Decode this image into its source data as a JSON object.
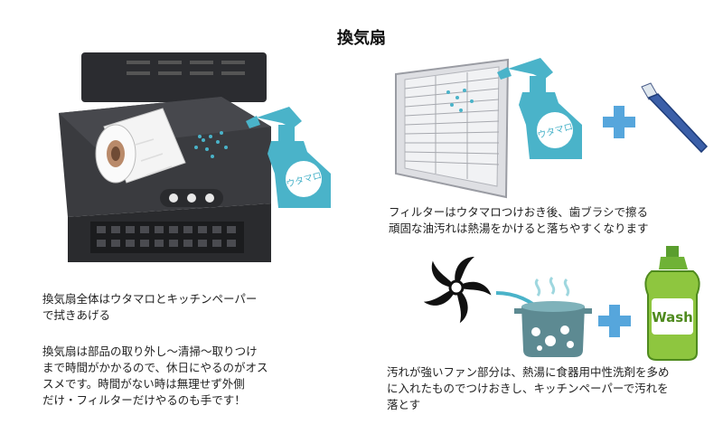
{
  "title": "換気扇",
  "bottle_label": "ウタマロ",
  "soap_label": "Wash",
  "captions": {
    "hood_wipe": "換気扇全体はウタマロとキッチンペーパー\nで拭きあげる",
    "schedule": "換気扇は部品の取り外し〜清掃〜取りつけ\nまで時間がかかるので、休日にやるのがオス\nスメです。時間がない時は無理せず外側\nだけ・フィルターだけやるのも手です！",
    "filter": "フィルターはウタマロつけおき後、歯ブラシで擦る\n頑固な油汚れは熱湯をかけると落ちやすくなります",
    "fan": "汚れが強いファン部分は、熱湯に食器用中性洗剤を多め\nに入れたものでつけおきし、キッチンペーパーで汚れを\n落とす"
  },
  "colors": {
    "hood": "#3a3b3f",
    "hood_dark": "#2a2b2e",
    "bottle": "#4ab3c9",
    "plus": "#56a6dc",
    "soap": "#8ec63f",
    "pot": "#5d8a92"
  }
}
